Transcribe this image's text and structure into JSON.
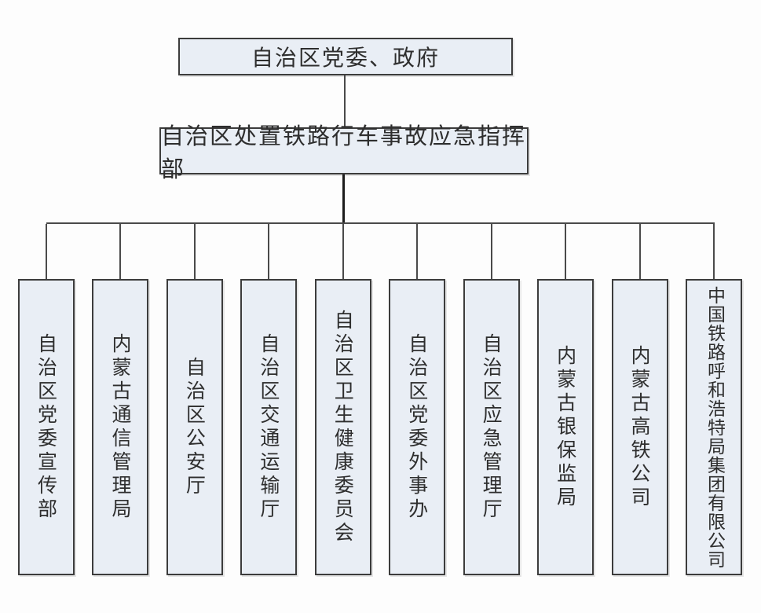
{
  "org_chart": {
    "root": "自治区党委、政府",
    "headquarters": "自治区处置铁路行车事故应急指挥部",
    "members": [
      "自治区党委宣传部",
      "内蒙古通信管理局",
      "自治区公安厅",
      "自治区交通运输厅",
      "自治区卫生健康委员会",
      "自治区党委外事办",
      "自治区应急管理厅",
      "内蒙古银保监局",
      "内蒙古高铁公司",
      "中国铁路呼和浩特局集团有限公司"
    ]
  },
  "colors": {
    "box-fill": "#e9eef5",
    "box-border": "#3c3c3c",
    "line": "#4a4a4a",
    "text": "#2e2e2e"
  }
}
